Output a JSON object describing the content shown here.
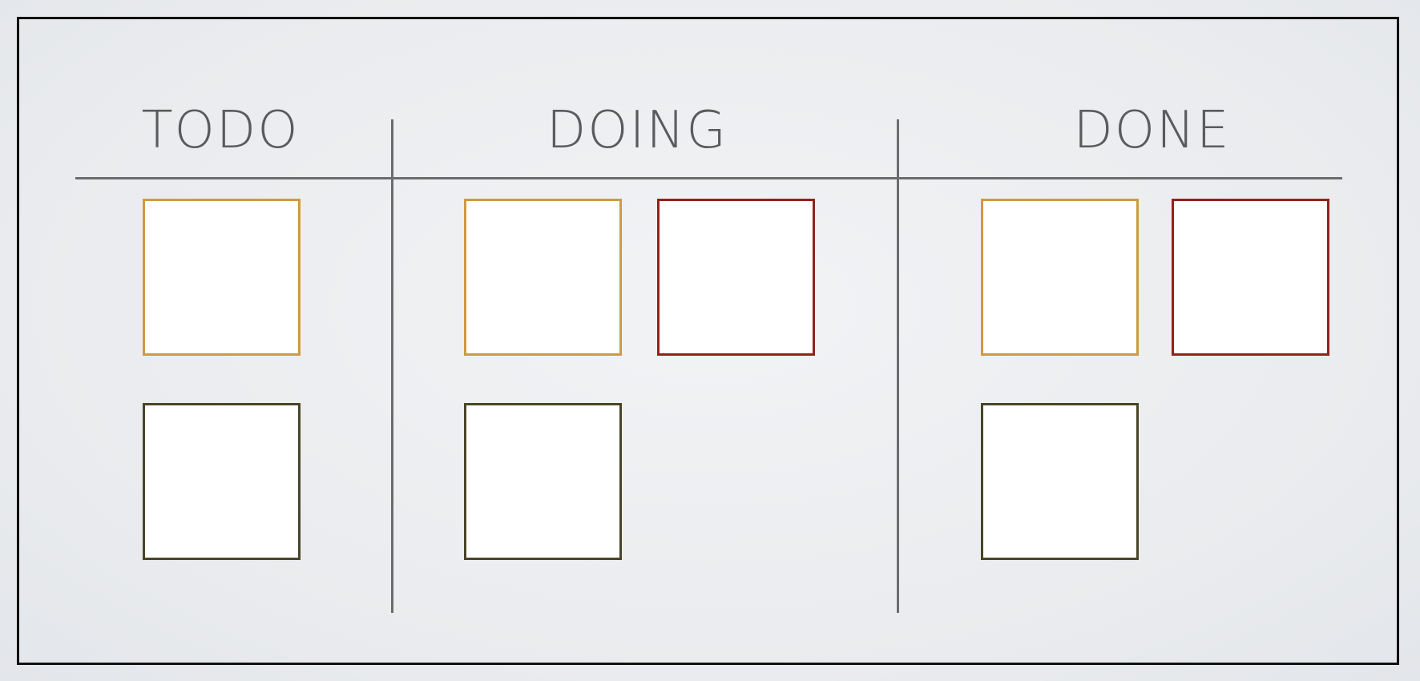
{
  "board": {
    "columns": [
      {
        "id": "todo",
        "title": "TODO",
        "cards": [
          "gold",
          "olive"
        ]
      },
      {
        "id": "doing",
        "title": "DOING",
        "cards": [
          "gold",
          "red",
          "olive"
        ]
      },
      {
        "id": "done",
        "title": "DONE",
        "cards": [
          "gold",
          "red",
          "olive"
        ]
      }
    ]
  },
  "colors": {
    "gold": "#d09a40",
    "red": "#932219",
    "olive": "#4a4528",
    "divider": "#6b6c6e",
    "title_text": "#5a5b5d",
    "frame": "#111111"
  }
}
